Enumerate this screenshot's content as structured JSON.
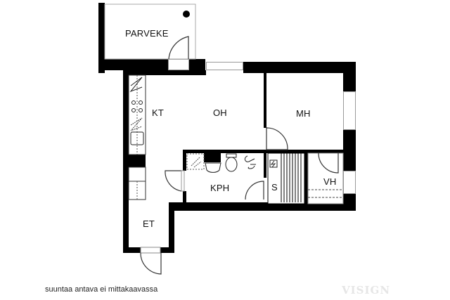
{
  "plan": {
    "rooms": [
      {
        "id": "parveke",
        "label": "PARVEKE"
      },
      {
        "id": "kt",
        "label": "KT"
      },
      {
        "id": "oh",
        "label": "OH"
      },
      {
        "id": "mh",
        "label": "MH"
      },
      {
        "id": "kph",
        "label": "KPH"
      },
      {
        "id": "s",
        "label": "S"
      },
      {
        "id": "vh",
        "label": "VH"
      },
      {
        "id": "et",
        "label": "ET"
      }
    ],
    "note": "suuntaa antava ei mittakaavassa",
    "watermark": "VISIGN",
    "colors": {
      "wall": "#000000",
      "background": "#ffffff",
      "window": "#999999",
      "watermark": "#e6e6e6"
    }
  }
}
